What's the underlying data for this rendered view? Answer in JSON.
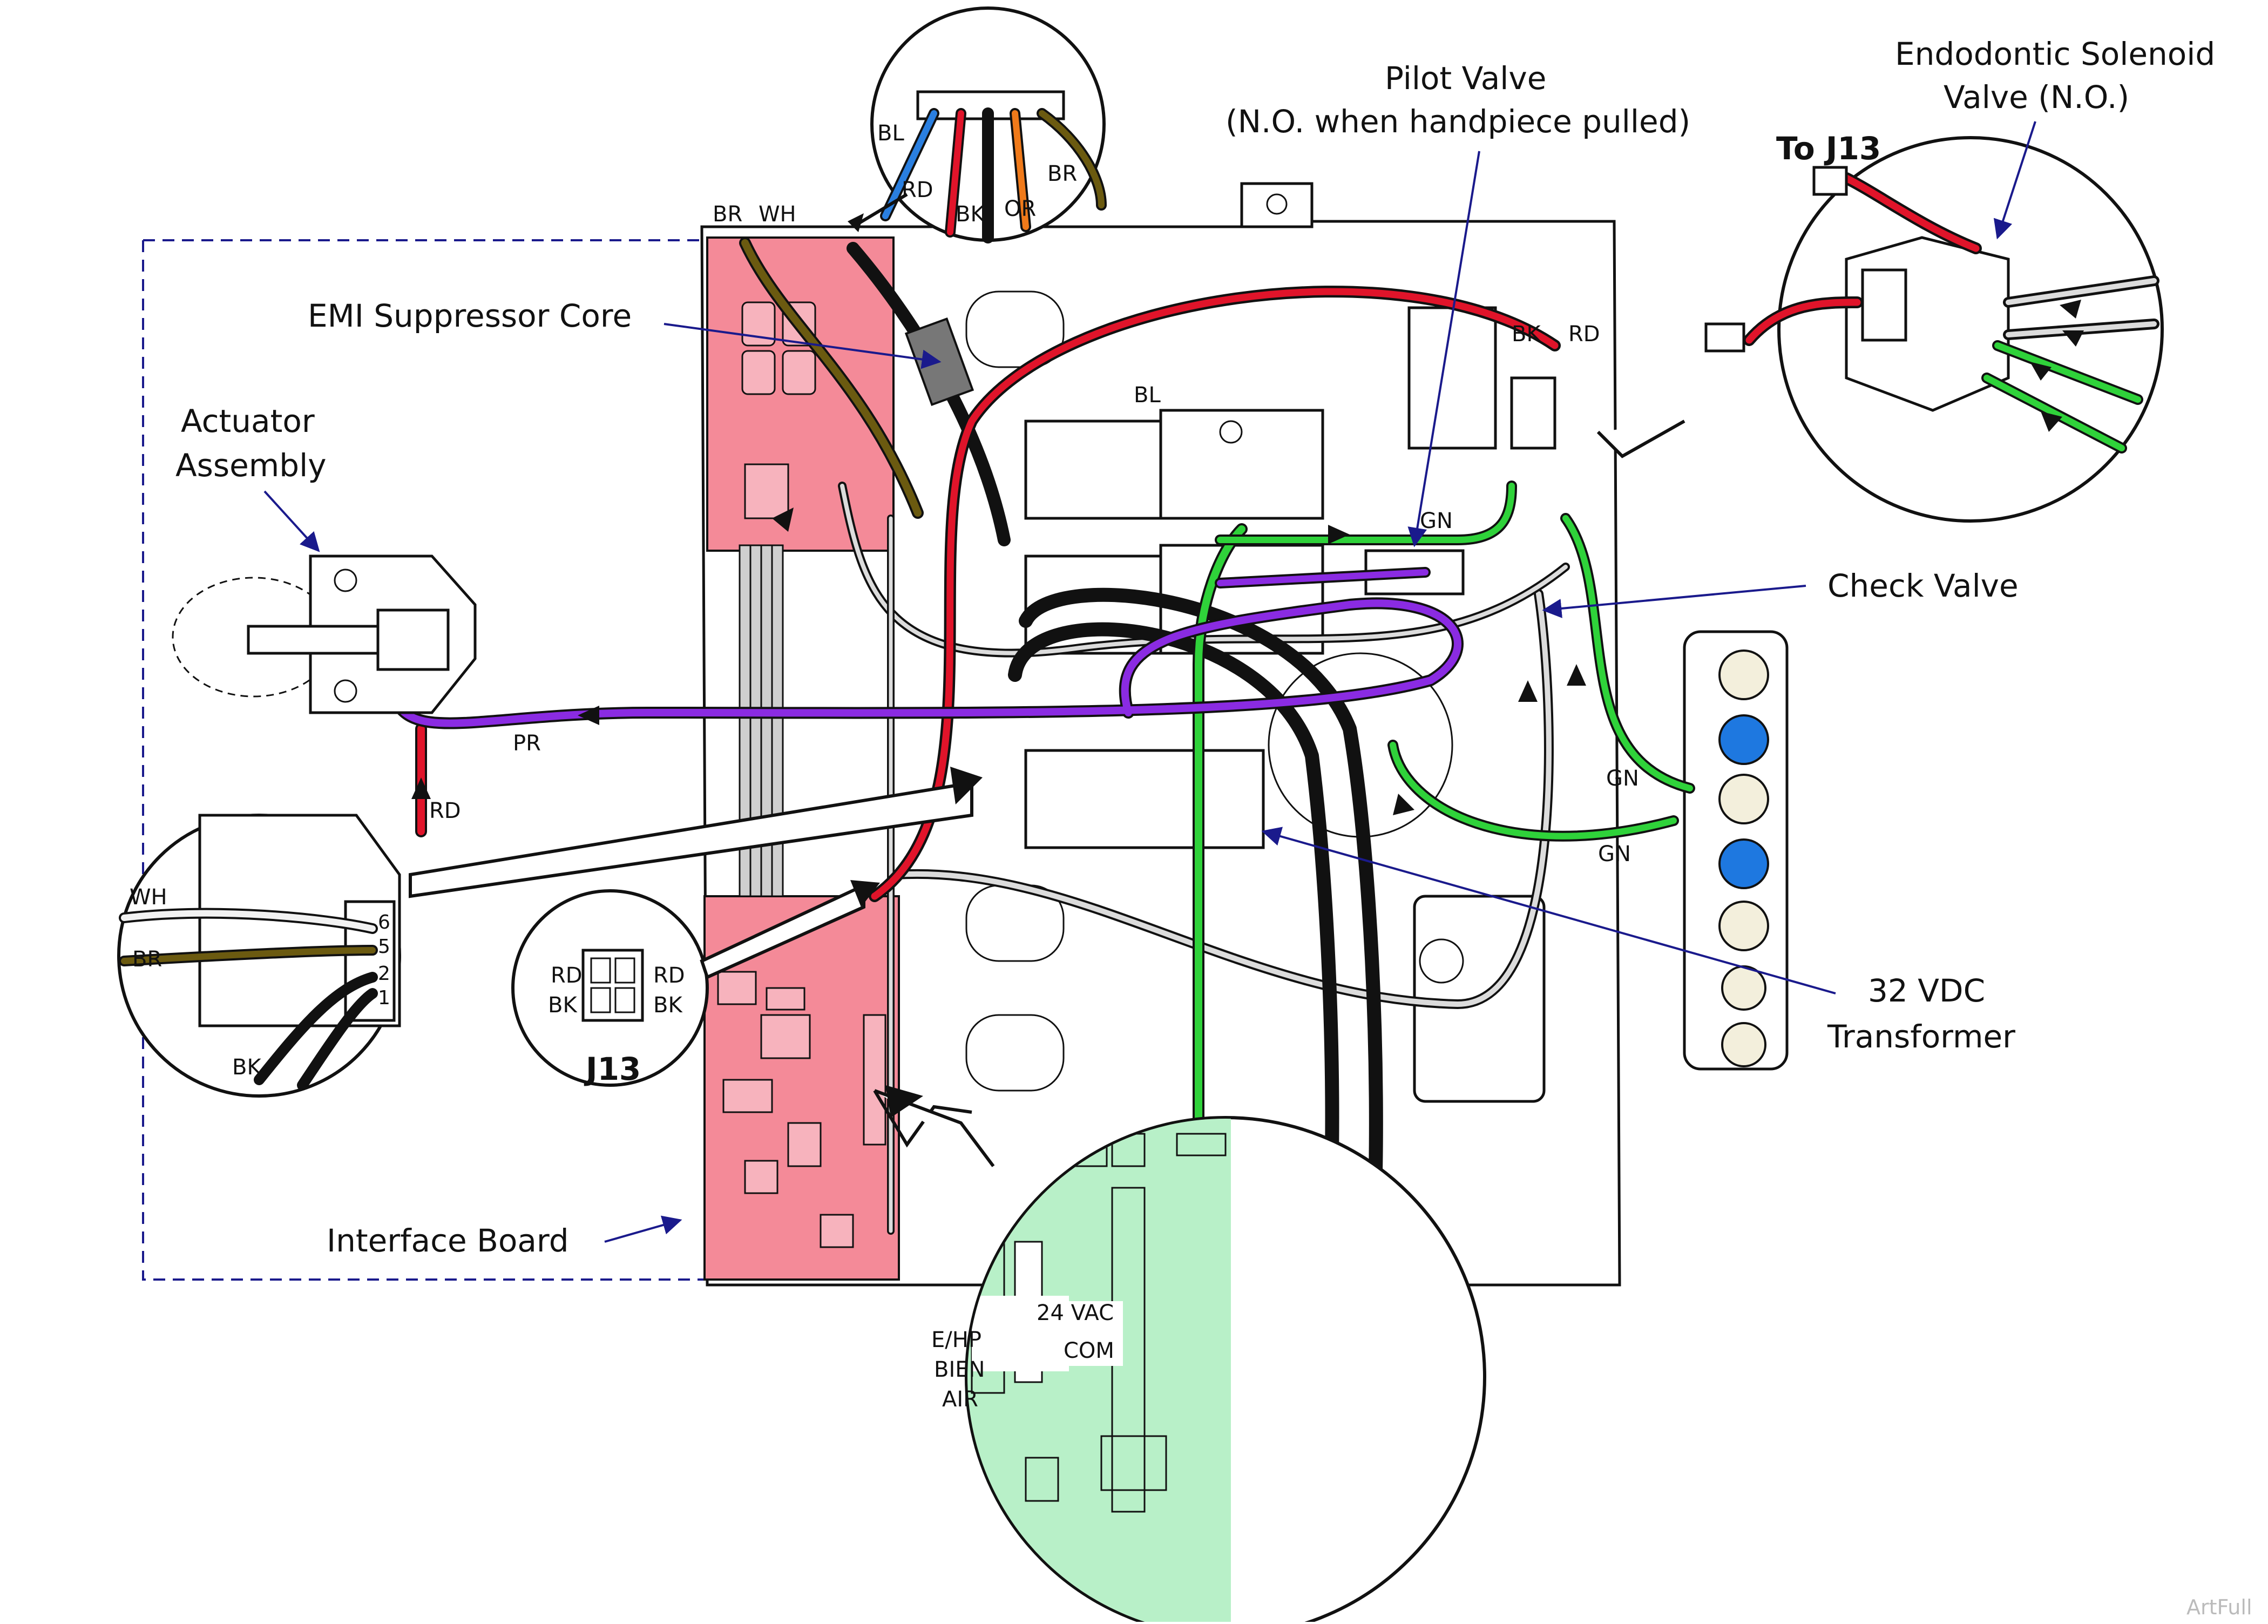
{
  "labels": {
    "emi_core": "EMI Suppressor Core",
    "actuator_line1": "Actuator",
    "actuator_line2": "Assembly",
    "interface_board": "Interface Board",
    "pilot_valve_line1": "Pilot Valve",
    "pilot_valve_line2": "(N.O. when handpiece pulled)",
    "endo_line1": "Endodontic  Solenoid",
    "endo_line2": "Valve (N.O.)",
    "to_j13": "To J13",
    "check_valve": "Check Valve",
    "transformer_line1": "32 VDC",
    "transformer_line2": "Transformer",
    "j13": "J13",
    "vac24": "24 VAC",
    "com": "COM",
    "ehp": "E/HP",
    "bien": "BIEN",
    "air": "AIR",
    "watermark": "ArtFull"
  },
  "wire_labels": {
    "bl_top": "BL",
    "rd_top": "RD",
    "bk_top": "BK",
    "or_top": "OR",
    "br_top": "BR",
    "br_board": "BR",
    "wh_board": "WH",
    "bl_valve": "BL",
    "bk_pilot": "BK",
    "rd_pilot": "RD",
    "gn_pilot": "GN",
    "gn_right1": "GN",
    "gn_right2": "GN",
    "pr": "PR",
    "rd_act": "RD",
    "wh_inset": "WH",
    "br_inset": "BR",
    "bk_inset": "BK",
    "rd_j13_left": "RD",
    "rd_j13_right": "RD",
    "bk_j13_left": "BK",
    "bk_j13_right": "BK"
  },
  "pins": [
    "6",
    "5",
    "2",
    "1"
  ],
  "colors": {
    "board_pink": "#f48a98",
    "inset_green": "#b8f0c8",
    "wire_green": "#2fd23a",
    "wire_purple": "#8a2be2",
    "wire_red": "#e0142a",
    "wire_black": "#111111",
    "wire_brown": "#6b5a10",
    "wire_blue": "#2a7fe0",
    "wire_orange": "#f07a1a",
    "callout_blue": "#1a1a8c",
    "button_blue": "#1e78e0",
    "button_cream": "#f3efdc"
  }
}
